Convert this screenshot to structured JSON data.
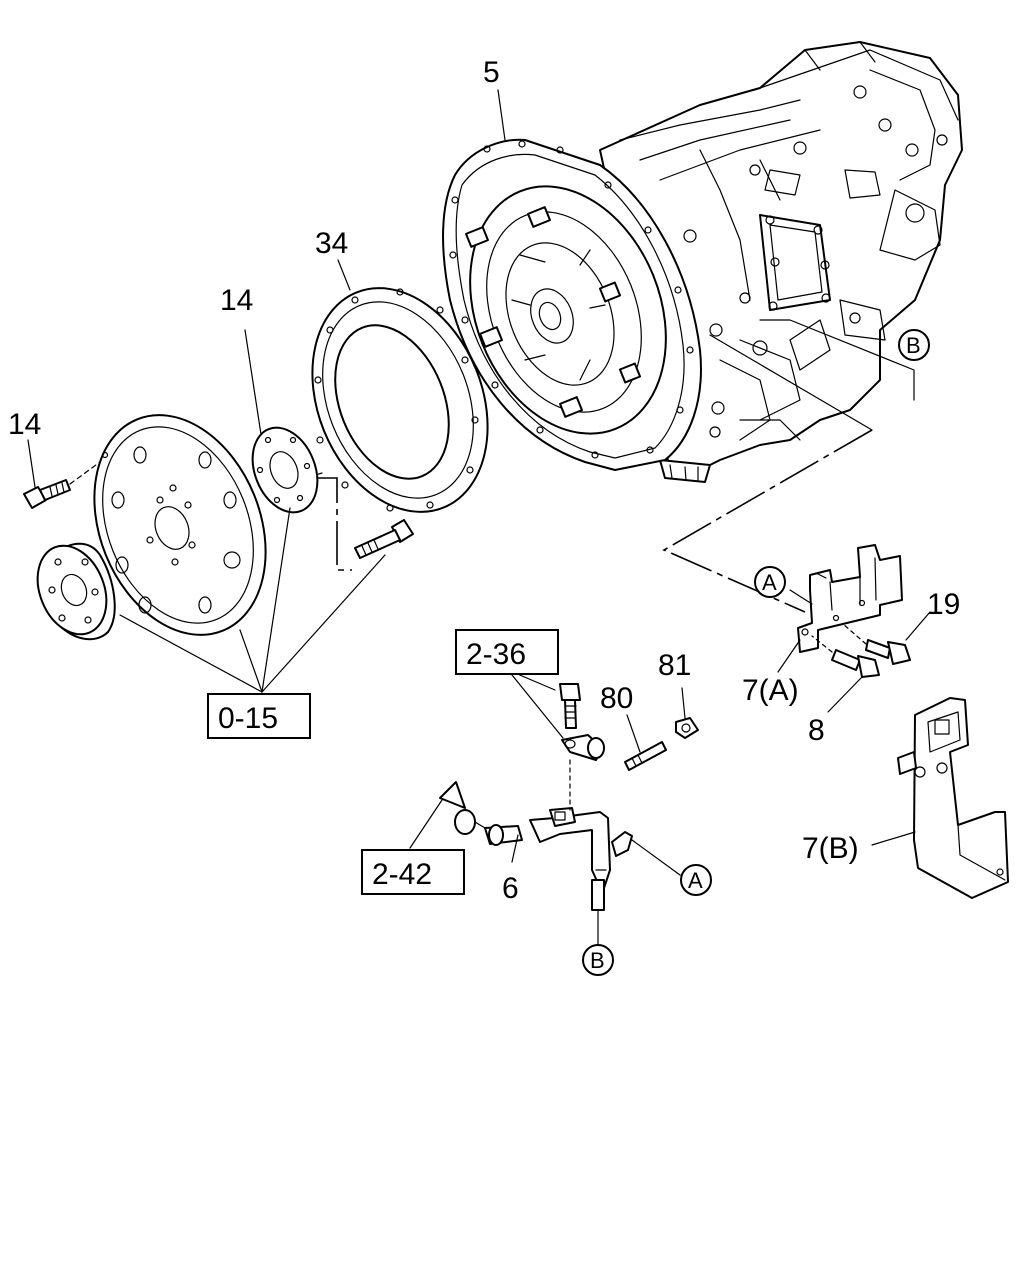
{
  "labels": {
    "part_5": "5",
    "part_34": "34",
    "part_14_upper": "14",
    "part_14_left": "14",
    "part_19": "19",
    "part_7a": "7(A)",
    "part_8": "8",
    "part_81": "81",
    "part_80": "80",
    "part_6": "6",
    "part_7b": "7(B)"
  },
  "ref_boxes": {
    "ref_0_15": "0-15",
    "ref_2_36": "2-36",
    "ref_2_42": "2-42"
  },
  "callouts": {
    "a_bracket": "A",
    "a_tube": "A",
    "b_transmission": "B",
    "b_tube": "B"
  }
}
